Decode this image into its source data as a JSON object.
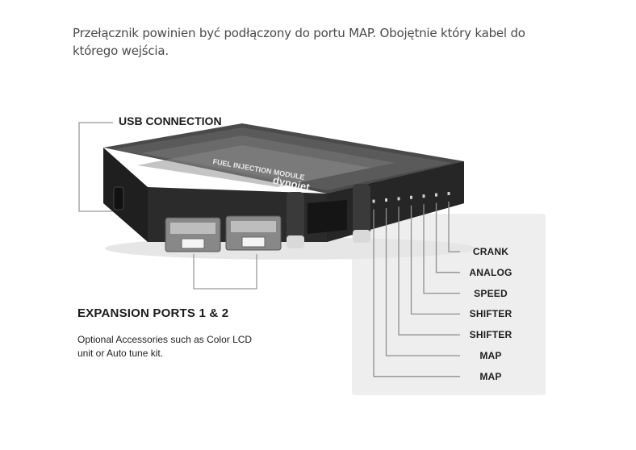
{
  "intro_text": "Przełącznik powinien być podłączony do portu MAP. Obojętnie który kabel do którego wejścia.",
  "usb_label": "USB CONNECTION",
  "expansion_label": "EXPANSION PORTS 1 & 2",
  "expansion_description": "Optional Accessories such as Color LCD unit or Auto tune kit.",
  "device": {
    "brand_text": "dynojet",
    "module_text": "FUEL INJECTION MODULE"
  },
  "pins": [
    {
      "label": "CRANK"
    },
    {
      "label": "ANALOG"
    },
    {
      "label": "SPEED"
    },
    {
      "label": "SHIFTER"
    },
    {
      "label": "SHIFTER"
    },
    {
      "label": "MAP"
    },
    {
      "label": "MAP"
    }
  ],
  "colors": {
    "device_body": "#2b2b2b",
    "device_top": "#3c3c3c",
    "panel": "#eeeeee",
    "leader_lines": "#9a9a9a"
  }
}
